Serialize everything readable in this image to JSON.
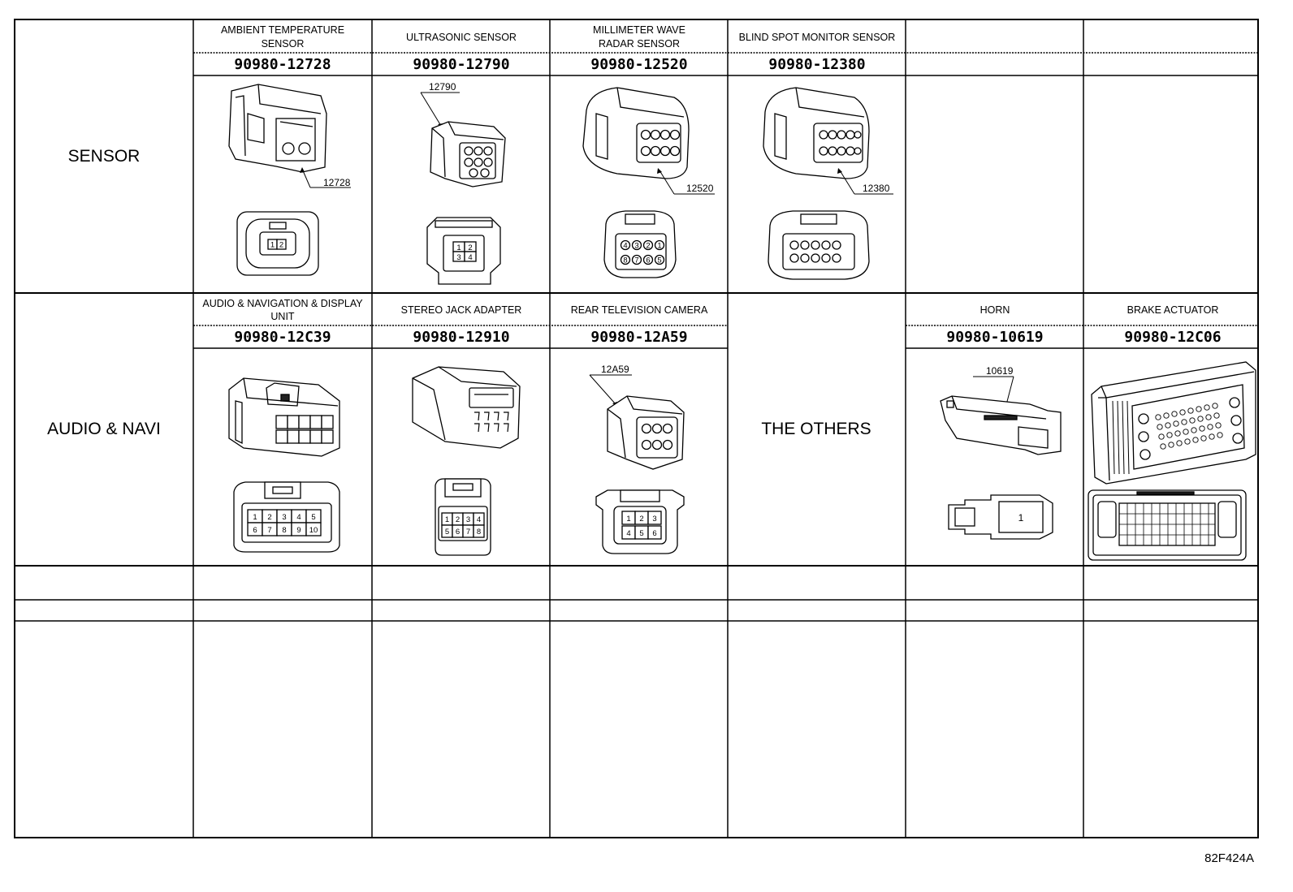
{
  "figure_code": "82F424A",
  "categories": {
    "sensor": "SENSOR",
    "audio_navi": "AUDIO & NAVI",
    "the_others": "THE OTHERS"
  },
  "cells": {
    "ambient": {
      "title_line1": "AMBIENT TEMPERATURE",
      "title_line2": "SENSOR",
      "part": "90980-12728",
      "callout": "12728",
      "pins": [
        "1",
        "2"
      ]
    },
    "ultrasonic": {
      "title": "ULTRASONIC SENSOR",
      "part": "90980-12790",
      "callout": "12790",
      "pins": [
        "1",
        "2",
        "3",
        "4"
      ]
    },
    "mmwave": {
      "title_line1": "MILLIMETER WAVE",
      "title_line2": "RADAR SENSOR",
      "part": "90980-12520",
      "callout": "12520",
      "pins": [
        "4",
        "3",
        "2",
        "1",
        "8",
        "7",
        "6",
        "5"
      ]
    },
    "blindspot": {
      "title": "BLIND SPOT MONITOR SENSOR",
      "part": "90980-12380",
      "callout": "12380"
    },
    "audio_unit": {
      "title_line1": "AUDIO & NAVIGATION & DISPLAY",
      "title_line2": "UNIT",
      "part": "90980-12C39",
      "pins": [
        "1",
        "2",
        "3",
        "4",
        "5",
        "6",
        "7",
        "8",
        "9",
        "10"
      ]
    },
    "stereo_jack": {
      "title": "STEREO JACK ADAPTER",
      "part": "90980-12910",
      "pins": [
        "1",
        "2",
        "3",
        "4",
        "5",
        "6",
        "7",
        "8"
      ]
    },
    "rear_camera": {
      "title": "REAR TELEVISION CAMERA",
      "part": "90980-12A59",
      "callout": "12A59",
      "pins": [
        "1",
        "2",
        "3",
        "4",
        "5",
        "6"
      ]
    },
    "horn": {
      "title": "HORN",
      "part": "90980-10619",
      "callout": "10619",
      "pins": [
        "1"
      ]
    },
    "brake": {
      "title": "BRAKE ACTUATOR",
      "part": "90980-12C06"
    }
  },
  "colors": {
    "line": "#000000",
    "paper": "#ffffff"
  }
}
